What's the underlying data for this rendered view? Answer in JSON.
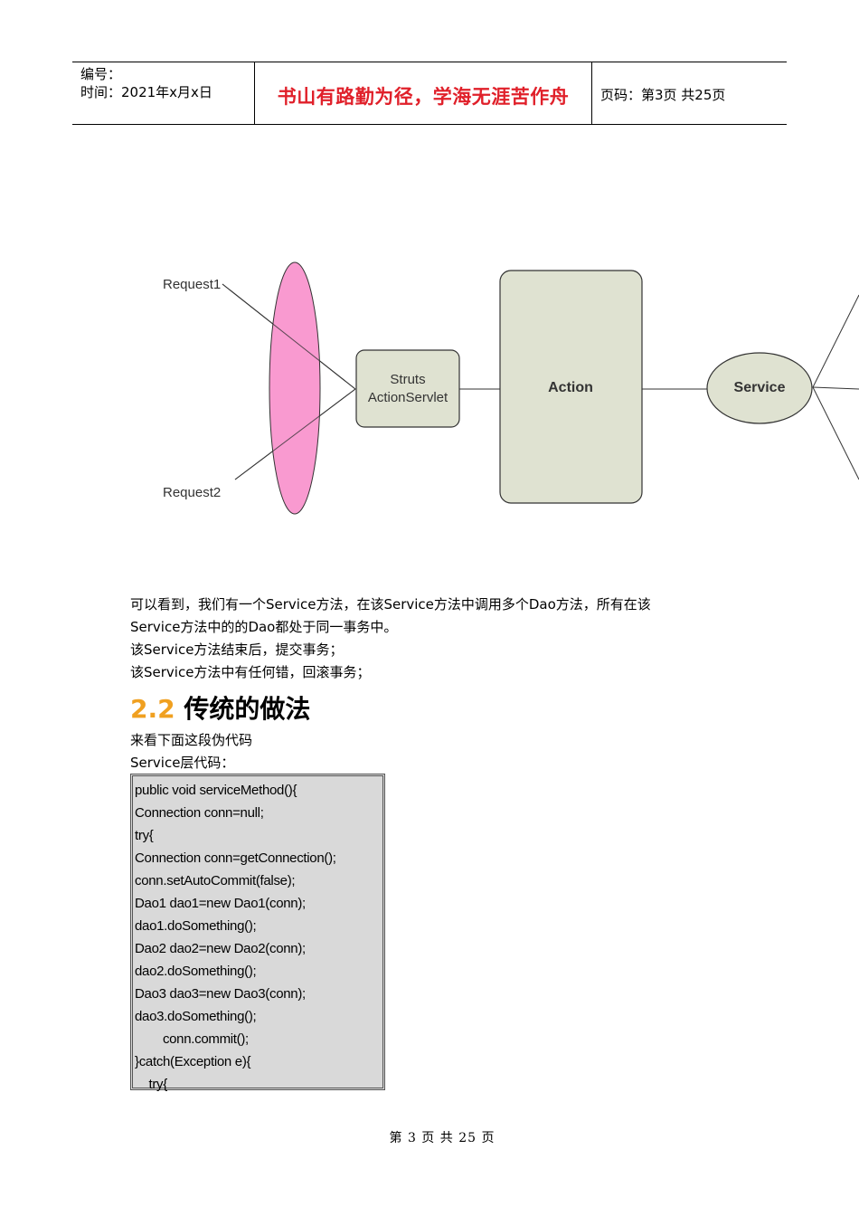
{
  "header": {
    "serial_label": "编号：",
    "time_label": "时间：2021年x月x日",
    "motto": "书山有路勤为径，学海无涯苦作舟",
    "page_info": "页码：第3页 共25页"
  },
  "diagram": {
    "request1": "Request1",
    "request2": "Request2",
    "servlet_line1": "Struts",
    "servlet_line2": "ActionServlet",
    "action": "Action",
    "service": "Service",
    "colors": {
      "ellipse": "#f99ad0",
      "box": "#dfe2d1"
    }
  },
  "body": {
    "p1": "可以看到，我们有一个Service方法，在该Service方法中调用多个Dao方法，所有在该",
    "p2": "Service方法中的的Dao都处于同一事务中。",
    "p3": "该Service方法结束后，提交事务；",
    "p4": "该Service方法中有任何错，回滚事务；",
    "heading_number": "2.2",
    "heading_text": " 传统的做法",
    "p5": "来看下面这段伪代码",
    "code_label": "Service层代码："
  },
  "code_lines": [
    "public void serviceMethod(){",
    "Connection conn=null;",
    "try{",
    "Connection conn=getConnection();",
    "conn.setAutoCommit(false);",
    "Dao1 dao1=new Dao1(conn);",
    "dao1.doSomething();",
    "Dao2 dao2=new Dao2(conn);",
    "dao2.doSomething();",
    "Dao3 dao3=new Dao3(conn);",
    "dao3.doSomething();",
    "        conn.commit();",
    "}catch(Exception e){",
    "    try{"
  ],
  "footer": "第 3 页 共 25 页"
}
